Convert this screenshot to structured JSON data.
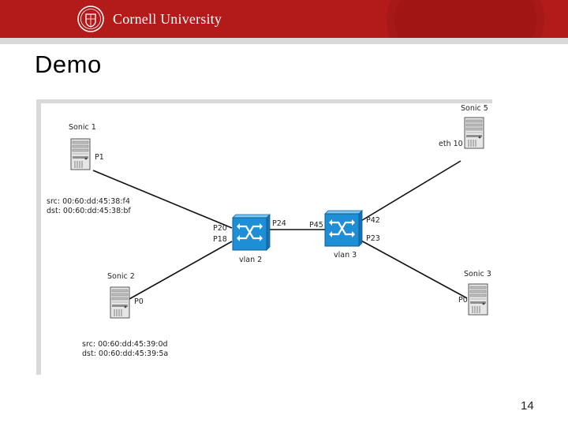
{
  "header": {
    "university": "Cornell University"
  },
  "slide": {
    "title": "Demo",
    "page_number": "14"
  },
  "diagram": {
    "hosts": [
      {
        "name": "Sonic 1",
        "port": "P1",
        "src": "src: 00:60:dd:45:38:f4",
        "dst": "dst: 00:60:dd:45:38:bf"
      },
      {
        "name": "Sonic 2",
        "port": "P0",
        "src": "src: 00:60:dd:45:39:0d",
        "dst": "dst: 00:60:dd:45:39:5a"
      },
      {
        "name": "Sonic 5",
        "port": "eth 10"
      },
      {
        "name": "Sonic 3",
        "port": "P0"
      }
    ],
    "switches": [
      {
        "name": "vlan 2",
        "ports": [
          "P20",
          "P18",
          "P24"
        ]
      },
      {
        "name": "vlan 3",
        "ports": [
          "P45",
          "P42",
          "P23"
        ]
      }
    ]
  },
  "colors": {
    "banner": "#b31b1b",
    "switch": "#1e8fd6"
  }
}
